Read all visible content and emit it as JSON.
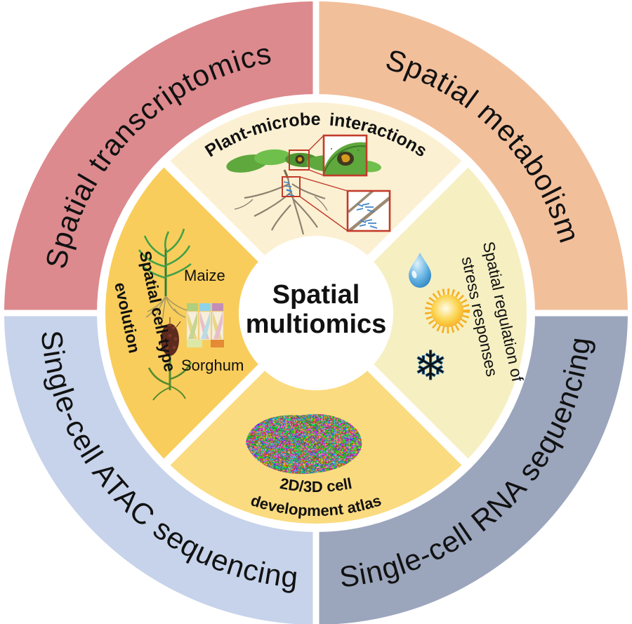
{
  "figure_title": "Spatial multiomics",
  "center": {
    "line1": "Spatial",
    "line2": "multiomics",
    "bg_color": "#FFFFFF",
    "text_color": "#111111"
  },
  "outer_ring": {
    "segments": [
      {
        "label": "Spatial transcriptomics",
        "color": "#DC8A8E",
        "position": "top-left"
      },
      {
        "label": "Spatial metabolism",
        "color": "#F2BF9B",
        "position": "top-right"
      },
      {
        "label": "Single-cell RNA sequencing",
        "color": "#9BA6BD",
        "position": "bottom-right"
      },
      {
        "label": "Single-cell ATAC sequencing",
        "color": "#C6D3EA",
        "position": "bottom-left"
      }
    ]
  },
  "inner_ring": {
    "segments": [
      {
        "label": "Plant-microbe interactions",
        "color": "#FBF0D2",
        "position": "top",
        "illustration": "plant-with-leaf-and-root-microbe-insets",
        "inset_border_color": "#C23B2B"
      },
      {
        "label_line1": "Spatial regulation of",
        "label_line2": "stress responses",
        "color": "#F6EFC2",
        "position": "right",
        "icons": [
          "water-drop",
          "sun",
          "snowflake"
        ]
      },
      {
        "label_line1": "2D/3D cell",
        "label_line2": "development atlas",
        "color": "#FBDB80",
        "position": "bottom",
        "illustration": "multicolor-cell-atlas"
      },
      {
        "label_line1": "Spatial cell-type",
        "label_line2": "evolution",
        "color": "#F9CD5C",
        "position": "left",
        "illustration": "maize-sorghum-synteny",
        "crop_labels": [
          "Maize",
          "Sorghum"
        ],
        "crop_label_colors": [
          "#222222",
          "#6F6B60"
        ]
      }
    ]
  },
  "icon_colors": {
    "water_drop": "#3E9BD6",
    "sun": "#F6A91C",
    "snowflake": "#4A9BD4"
  }
}
